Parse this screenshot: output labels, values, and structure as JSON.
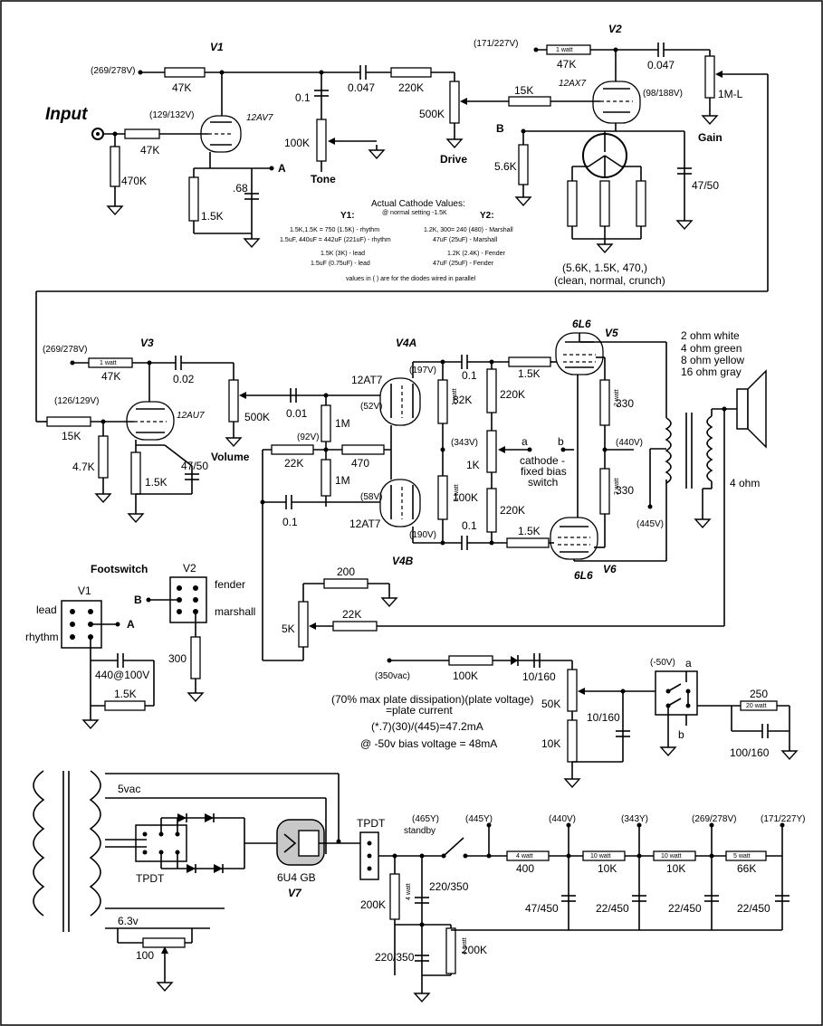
{
  "stage1": {
    "input_label": "Input",
    "v1_label": "V1",
    "v1_tube": "12AV7",
    "v1_plate_v": "(269/278V)",
    "v1_cath_v": "(129/132V)",
    "r_plate": "47K",
    "r_grid": "47K",
    "r_input": "470K",
    "r_cathode": "1.5K",
    "c_cathode": ".68",
    "node_a": "A",
    "c_tone": "0.1",
    "c_coupling": "0.047",
    "r_tone": "100K",
    "tone_label": "Tone",
    "r_series": "220K",
    "r_drive": "500K",
    "drive_label": "Drive"
  },
  "stage2": {
    "v2_label": "V2",
    "v2_tube": "12AX7",
    "v2_plate_v": "(171/227V)",
    "v2_cath_v": "(98/188V)",
    "r_plate_watt": "1 watt",
    "r_plate": "47K",
    "c_coupling": "0.047",
    "r_gain": "1M-L",
    "gain_label": "Gain",
    "r_grid": "15K",
    "node_b": "B",
    "r_cath": "5.6K",
    "c_bypass": "47/50",
    "switch_values": "(5.6K, 1.5K, 470,)",
    "switch_modes": "(clean, normal, crunch)"
  },
  "cathode_notes": {
    "title": "Actual Cathode Values:",
    "subtitle": "@ normal setting -1.5K",
    "y1_head": "Y1:",
    "y2_head": "Y2:",
    "y1_l1": "1.5K,1.5K = 750 (1.5K) - rhythm",
    "y1_l2": "1.5uF, 440uF = 442uF (221uF) - rhythm",
    "y1_l3": "1.5K (3K) - lead",
    "y1_l4": "1.5uF (0.75uF) - lead",
    "y2_l1": "1.2K, 300= 240 (480) - Marshall",
    "y2_l2": "47uF (25uF) - Marshall",
    "y2_l3": "1.2K (2.4K) - Fender",
    "y2_l4": "47uF (25uF) - Fender",
    "footnote": "values in ( ) are for the diodes wired in parallel"
  },
  "stage3": {
    "v3_label": "V3",
    "v3_tube": "12AU7",
    "plate_v": "(269/278V)",
    "cath_v": "(126/129V)",
    "r_plate_watt": "1 watt",
    "r_plate": "47K",
    "c_coupling": "0.02",
    "r_volume": "500K",
    "volume_label": "Volume",
    "r_grid": "15K",
    "r_grid_leak": "4.7K",
    "r_cath": "1.5K",
    "c_cath": "47/50"
  },
  "phase_inverter": {
    "v4a_label": "V4A",
    "v4b_label": "V4B",
    "tube_a": "12AT7",
    "tube_b": "12AT7",
    "v_plate_a": "(197V)",
    "v_grid_a": "(52V)",
    "v_tail": "(92V)",
    "v_grid_b": "(58V)",
    "v_plate_b": "(190V)",
    "v_hv": "(343V)",
    "c_in": "0.01",
    "r_1m_a": "1M",
    "r_1m_b": "1M",
    "r_tail": "22K",
    "r_470": "470",
    "c_bottom": "0.1",
    "r_plate_a": "82K",
    "r_plate_b": "100K",
    "r_plate_watt": "1 watt",
    "c_out_a": "0.1",
    "c_out_b": "0.1",
    "r_bias_a": "220K",
    "r_bias_b": "220K",
    "r_bias_pot": "1K",
    "node_a": "a",
    "node_b": "b",
    "switch_l1": "cathode -",
    "switch_l2": "fixed bias",
    "switch_l3": "switch"
  },
  "power": {
    "v5_label": "V5",
    "v6_label": "V6",
    "tube_5": "6L6",
    "tube_6": "6L6",
    "r_grid_a": "1.5K",
    "r_grid_b": "1.5K",
    "r_screen_a": "330",
    "r_screen_b": "330",
    "r_screen_watt": "2 watt",
    "v_screen": "(440V)",
    "v_ct": "(445V)",
    "speaker_l1": "2   ohm  white",
    "speaker_l2": "4   ohm  green",
    "speaker_l3": "8   ohm  yellow",
    "speaker_l4": "16 ohm  gray",
    "speaker_ohm": "4 ohm"
  },
  "feedback": {
    "r_top": "200",
    "r_fb": "22K",
    "r_presence": "5K"
  },
  "footswitch": {
    "title": "Footswitch",
    "v1": "V1",
    "v2": "V2",
    "lead": "lead",
    "rhythm": "rhythm",
    "node_a": "A",
    "node_b": "B",
    "fender": "fender",
    "marshall": "marshall",
    "r_300": "300",
    "c_440": "440@100V",
    "r_15": "1.5K"
  },
  "bias": {
    "vac": "(350vac)",
    "r_100k": "100K",
    "c_10_160": "10/160",
    "r_50k": "50K",
    "c_10_160b": "10/160",
    "r_10k": "10K",
    "note1": "(70% max plate dissipation)(plate voltage)",
    "note2": "=plate current",
    "note3": "(*.7)(30)/(445)=47.2mA",
    "note4": "@ -50v bias voltage = 48mA",
    "v_bias": "(-50V)",
    "node_a": "a",
    "node_b": "b",
    "r_250": "250",
    "r_250_watt": "20 watt",
    "c_100_160": "100/160"
  },
  "psu": {
    "v5vac": "5vac",
    "v63": "6.3v",
    "r_100": "100",
    "tpdt_left": "TPDT",
    "tpdt_right": "TPDT",
    "rect_label": "6U4 GB",
    "v7_label": "V7",
    "v_465": "(465Y)",
    "standby": "standby",
    "v_445": "(445Y)",
    "v_440": "(440V)",
    "v_343": "(343Y)",
    "v_269": "(269/278V)",
    "v_171": "(171/227Y)",
    "r_200k_a": "200K",
    "r_200k_b": "200K",
    "r_4watt": "4 watt",
    "c_220_a": "220/350",
    "c_220_b": "220/350",
    "r_400": "400",
    "r_400_watt": "4 watt",
    "r_10k_a": "10K",
    "r_10k_a_watt": "10 watt",
    "r_10k_b": "10K",
    "r_10k_b_watt": "10 watt",
    "r_66k": "66K",
    "r_66k_watt": "5 watt",
    "c_47": "47/450",
    "c_22_a": "22/450",
    "c_22_b": "22/450",
    "c_22_c": "22/450"
  }
}
